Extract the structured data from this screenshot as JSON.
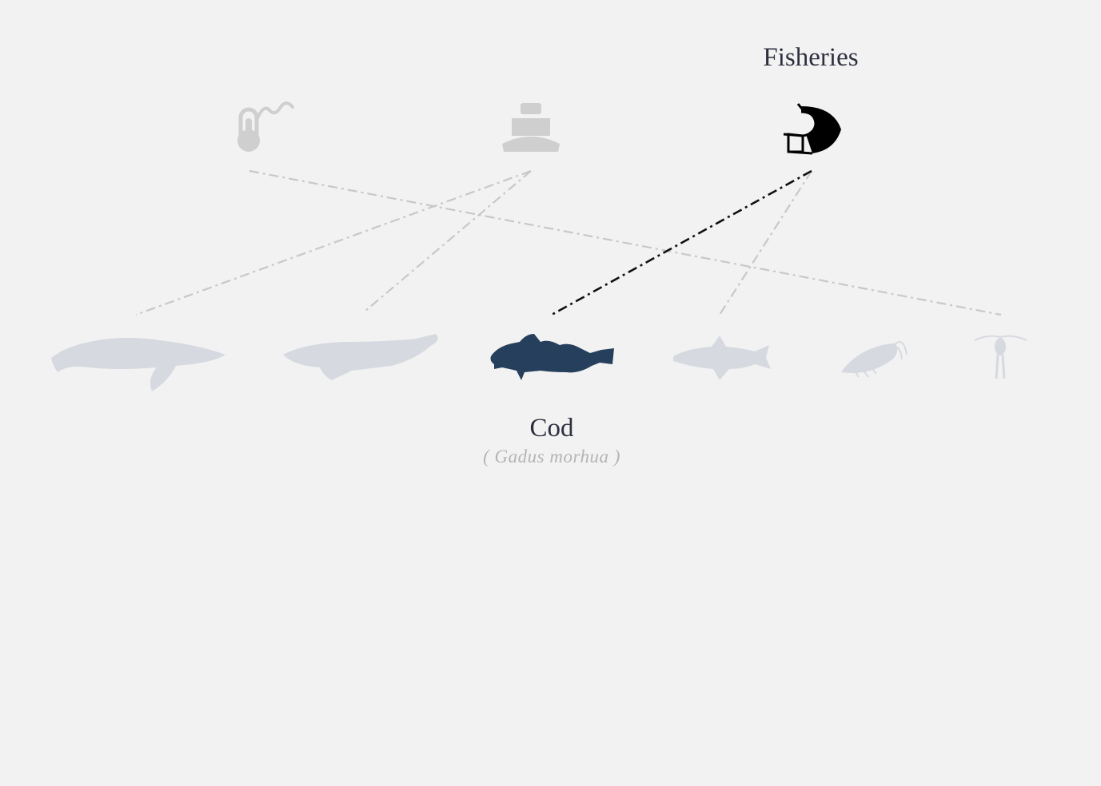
{
  "colors": {
    "background": "#f2f2f2",
    "inactive_icon": "#cfcfcf",
    "inactive_species": "#d6dae0",
    "inactive_link": "#c8c8c8",
    "active_link": "#111111",
    "active_species": "#263f5c",
    "active_pressure": "#000000",
    "label_text": "#2e3040",
    "sci_text": "#b4b4b4"
  },
  "pressures": [
    {
      "id": "temperature",
      "icon": "thermometer-icon",
      "active": false
    },
    {
      "id": "shipping",
      "icon": "ship-icon",
      "active": false
    },
    {
      "id": "fisheries",
      "icon": "fishing-net-icon",
      "active": true
    }
  ],
  "species": [
    {
      "id": "humpback-whale",
      "icon": "humpback-whale-icon",
      "active": false
    },
    {
      "id": "right-whale",
      "icon": "right-whale-icon",
      "active": false
    },
    {
      "id": "cod",
      "icon": "cod-icon",
      "active": true
    },
    {
      "id": "capelin",
      "icon": "capelin-icon",
      "active": false
    },
    {
      "id": "krill",
      "icon": "krill-icon",
      "active": false
    },
    {
      "id": "copepod",
      "icon": "copepod-icon",
      "active": false
    }
  ],
  "links": [
    {
      "from": "temperature",
      "to": "copepod",
      "active": false
    },
    {
      "from": "shipping",
      "to": "humpback-whale",
      "active": false
    },
    {
      "from": "shipping",
      "to": "right-whale",
      "active": false
    },
    {
      "from": "fisheries",
      "to": "cod",
      "active": true
    },
    {
      "from": "fisheries",
      "to": "capelin",
      "active": false
    }
  ],
  "selection": {
    "pressure_label": "Fisheries",
    "species_common": "Cod",
    "species_scientific": "( Gadus morhua )"
  }
}
